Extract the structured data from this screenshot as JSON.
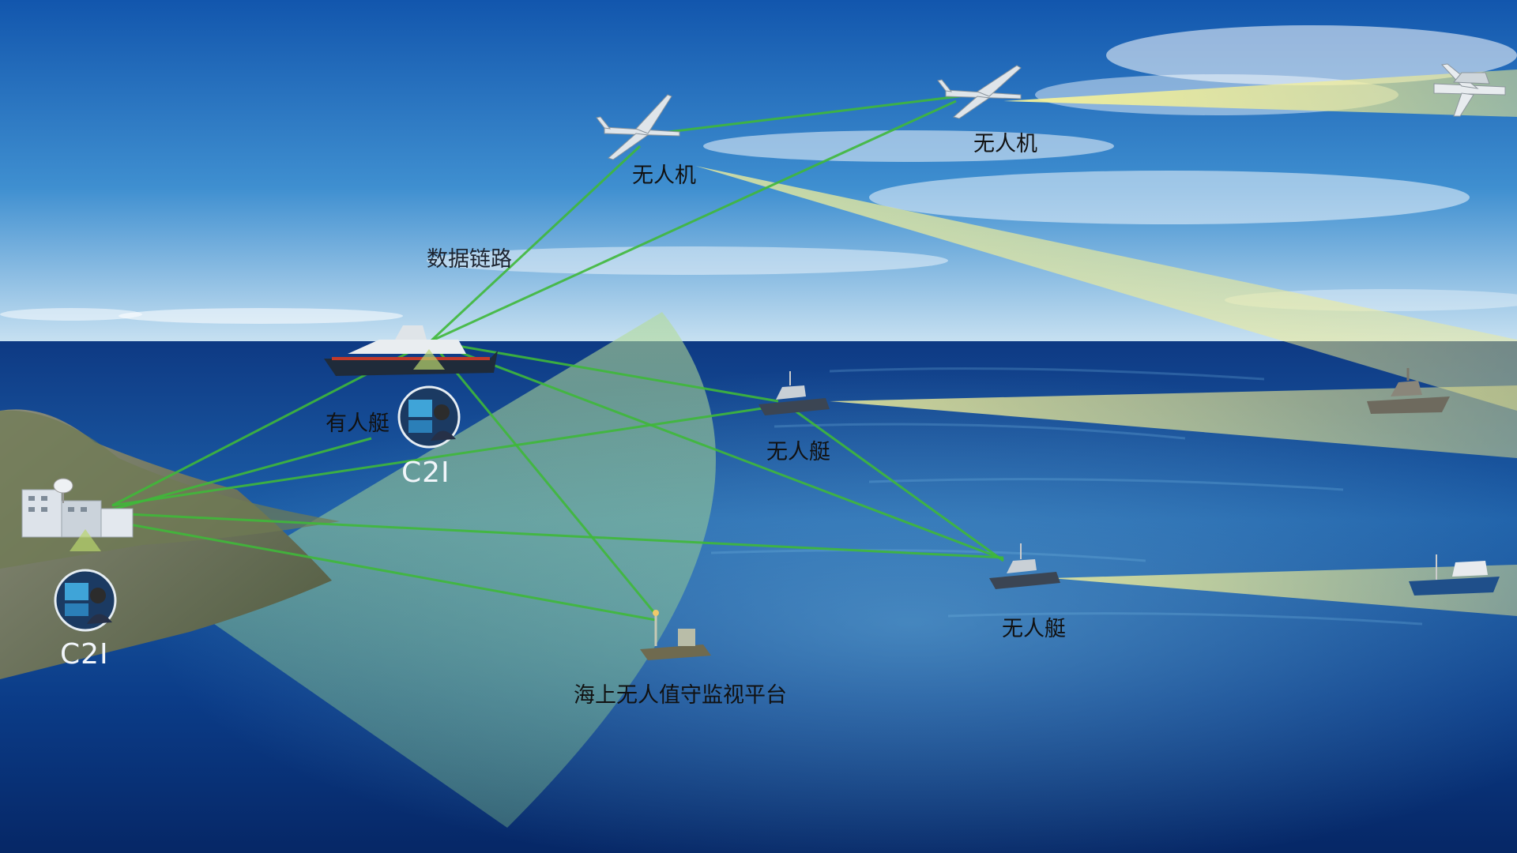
{
  "diagram": {
    "labels": {
      "uav_left": "无人机",
      "uav_right": "无人机",
      "data_link": "数据链路",
      "manned_boat": "有人艇",
      "c2i_boat": "C2I",
      "usv_upper": "无人艇",
      "usv_lower": "无人艇",
      "c2i_shore": "C2I",
      "platform": "海上无人值守监视平台"
    },
    "colors": {
      "sky_top": "#1560b8",
      "sky_horizon": "#b9d9ef",
      "sea_top": "#0f3f8a",
      "sea_bottom": "#062a6a",
      "link_line": "#3fb83a",
      "sensor_beam": "#f4f08a",
      "sonar_fan": "#9fd08a"
    },
    "icons": [
      "uav-icon",
      "manned-boat-icon",
      "usv-icon",
      "shore-station-icon",
      "platform-icon",
      "warship-icon",
      "fishing-ship-icon",
      "operator-portrait-icon",
      "satellite-dish-icon"
    ]
  }
}
